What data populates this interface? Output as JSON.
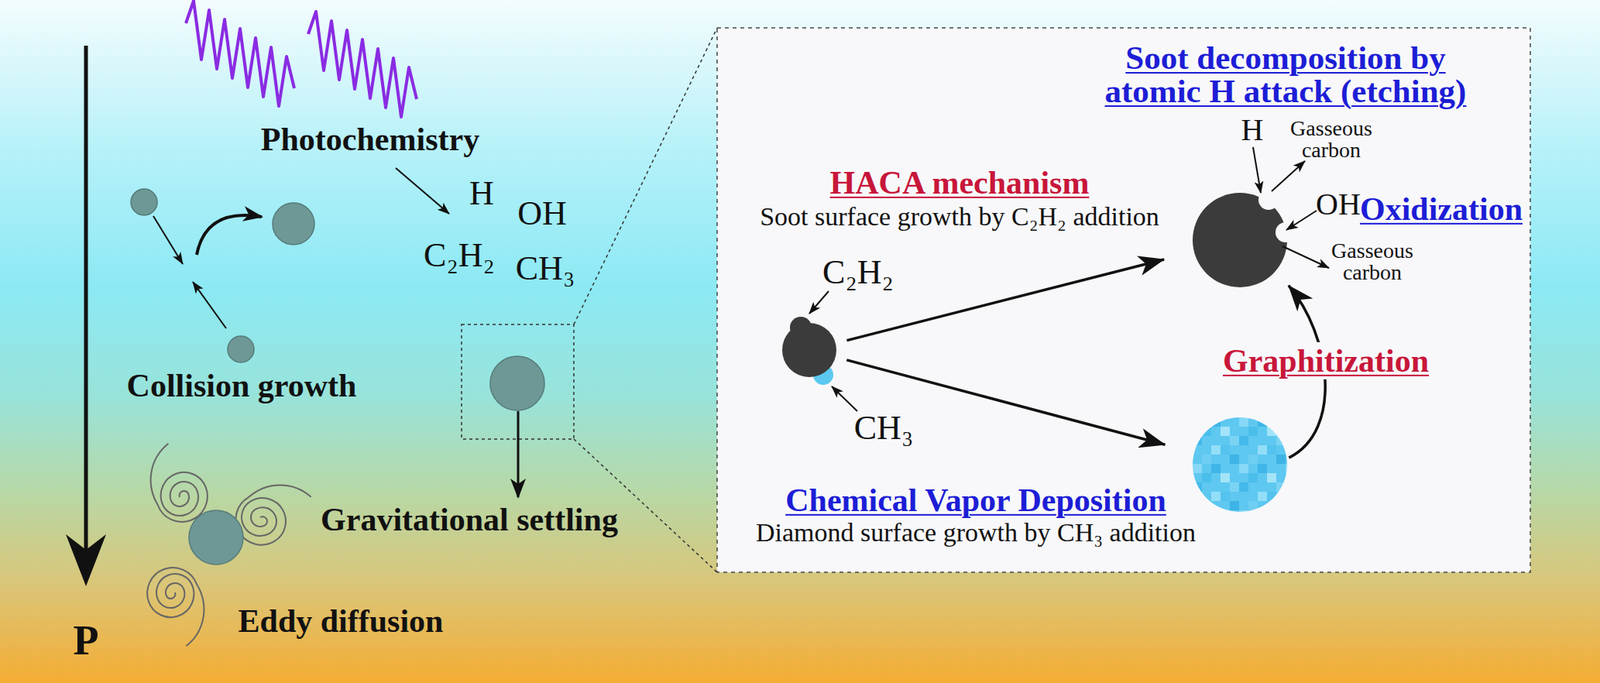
{
  "diagram": {
    "nodes": [
      {
        "text": [
          "C₂H₂",
          "CH₃"
        ]
      },
      {
        "text": [
          "Soot decomposition by atomic H attack (etching)",
          "H",
          "Gasseous carbon",
          "OH",
          "Oxidization",
          "Gasseous carbon"
        ]
      },
      {
        "text": [
          "Chemical Vapor Deposition",
          "Diamond surface growth by CH₃ addition"
        ]
      }
    ],
    "edges": [
      {
        "from": 0,
        "to": 1,
        "arrow": "to",
        "label": "HACA mechanism"
      },
      {
        "from": 0,
        "to": 2,
        "arrow": "to"
      },
      {
        "from": 2,
        "to": 1,
        "arrow": "to",
        "label": "Graphitization"
      }
    ],
    "labels": [
      "Photochemistry",
      "H",
      "OH",
      "C₂H₂",
      "CH₃",
      "Collision growth",
      "Gravitational settling",
      "Eddy diffusion",
      "P",
      "Soot surface growth by C₂H₂ addition"
    ]
  }
}
